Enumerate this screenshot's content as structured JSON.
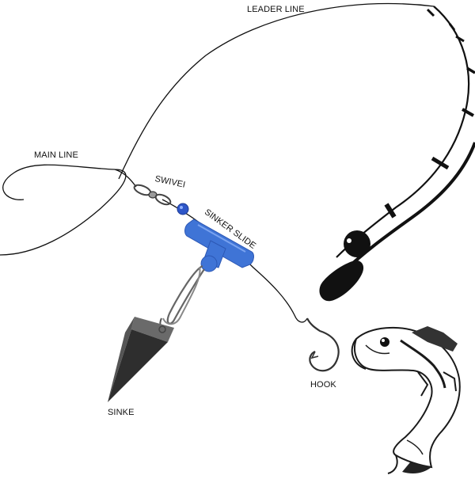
{
  "labels": {
    "leader_line": "LEADER LINE",
    "main_line": "MAIN LINE",
    "swivel": "SWIVEI",
    "sinker_slide": "SINKER SLIDE",
    "sinker": "SINKE",
    "hook": "HOOK"
  },
  "colors": {
    "line": "#111111",
    "slide_blue": "#3f74d6",
    "bead_blue": "#2e56c8",
    "sinker_gray": "#3a3a3a",
    "rod_black": "#111111",
    "background": "#ffffff"
  },
  "icons": [
    "fishing-rod-icon",
    "swivel-icon",
    "bead-icon",
    "sinker-slide-icon",
    "snap-clip-icon",
    "pyramid-sinker-icon",
    "hook-icon",
    "bass-fish-icon"
  ]
}
